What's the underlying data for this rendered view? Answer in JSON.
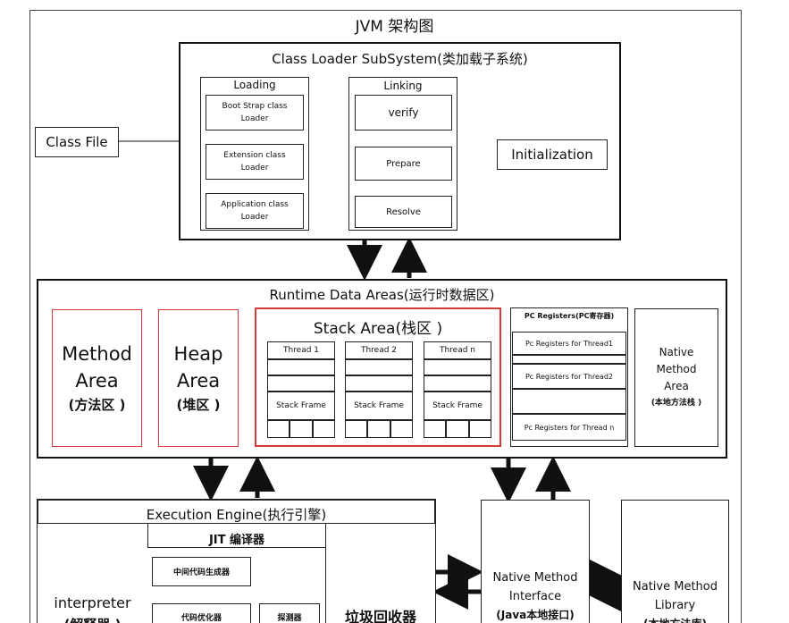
{
  "title": "JVM 架构图",
  "class_file": "Class File",
  "class_loader": {
    "title": "Class Loader SubSystem(类加载子系统)",
    "loading": {
      "title": "Loading",
      "items": [
        "Boot Strap class Loader",
        "Extension class Loader",
        "Application class Loader"
      ]
    },
    "linking": {
      "title": "Linking",
      "items": [
        "verify",
        "Prepare",
        "Resolve"
      ]
    },
    "initialization": "Initialization"
  },
  "runtime": {
    "title": "Runtime Data Areas(运行时数据区)",
    "method_area": {
      "line1": "Method",
      "line2": "Area",
      "line3": "(方法区 )"
    },
    "heap_area": {
      "line1": "Heap",
      "line2": "Area",
      "line3": "(堆区 )"
    },
    "stack_area": {
      "title": "Stack Area(栈区 )",
      "threads": [
        "Thread 1",
        "Thread 2",
        "Thread n"
      ],
      "frame_label": "Stack Frame"
    },
    "pc_registers": {
      "title": "PC Registers(PC寄存器)",
      "items": [
        "Pc Registers for Thread1",
        "Pc Registers for Thread2",
        "Pc Registers for Thread n"
      ]
    },
    "native_stack": {
      "line1": "Native",
      "line2": "Method",
      "line3": "Area",
      "line4": "(本地方法栈 )"
    }
  },
  "execution_engine": {
    "title": "Execution Engine(执行引擎)",
    "interpreter": "interpreter",
    "interpreter_cn": "(解释器 )",
    "jit": "JIT 编译器",
    "jit_items": [
      "中间代码生成器",
      "代码优化器",
      "探测器"
    ],
    "gc": "垃圾回收器"
  },
  "native_interface": {
    "line1": "Native Method",
    "line2": "Interface",
    "line3": "(Java本地接口)"
  },
  "native_library": {
    "line1": "Native Method",
    "line2": "Library",
    "line3": "(本地方法库)"
  }
}
